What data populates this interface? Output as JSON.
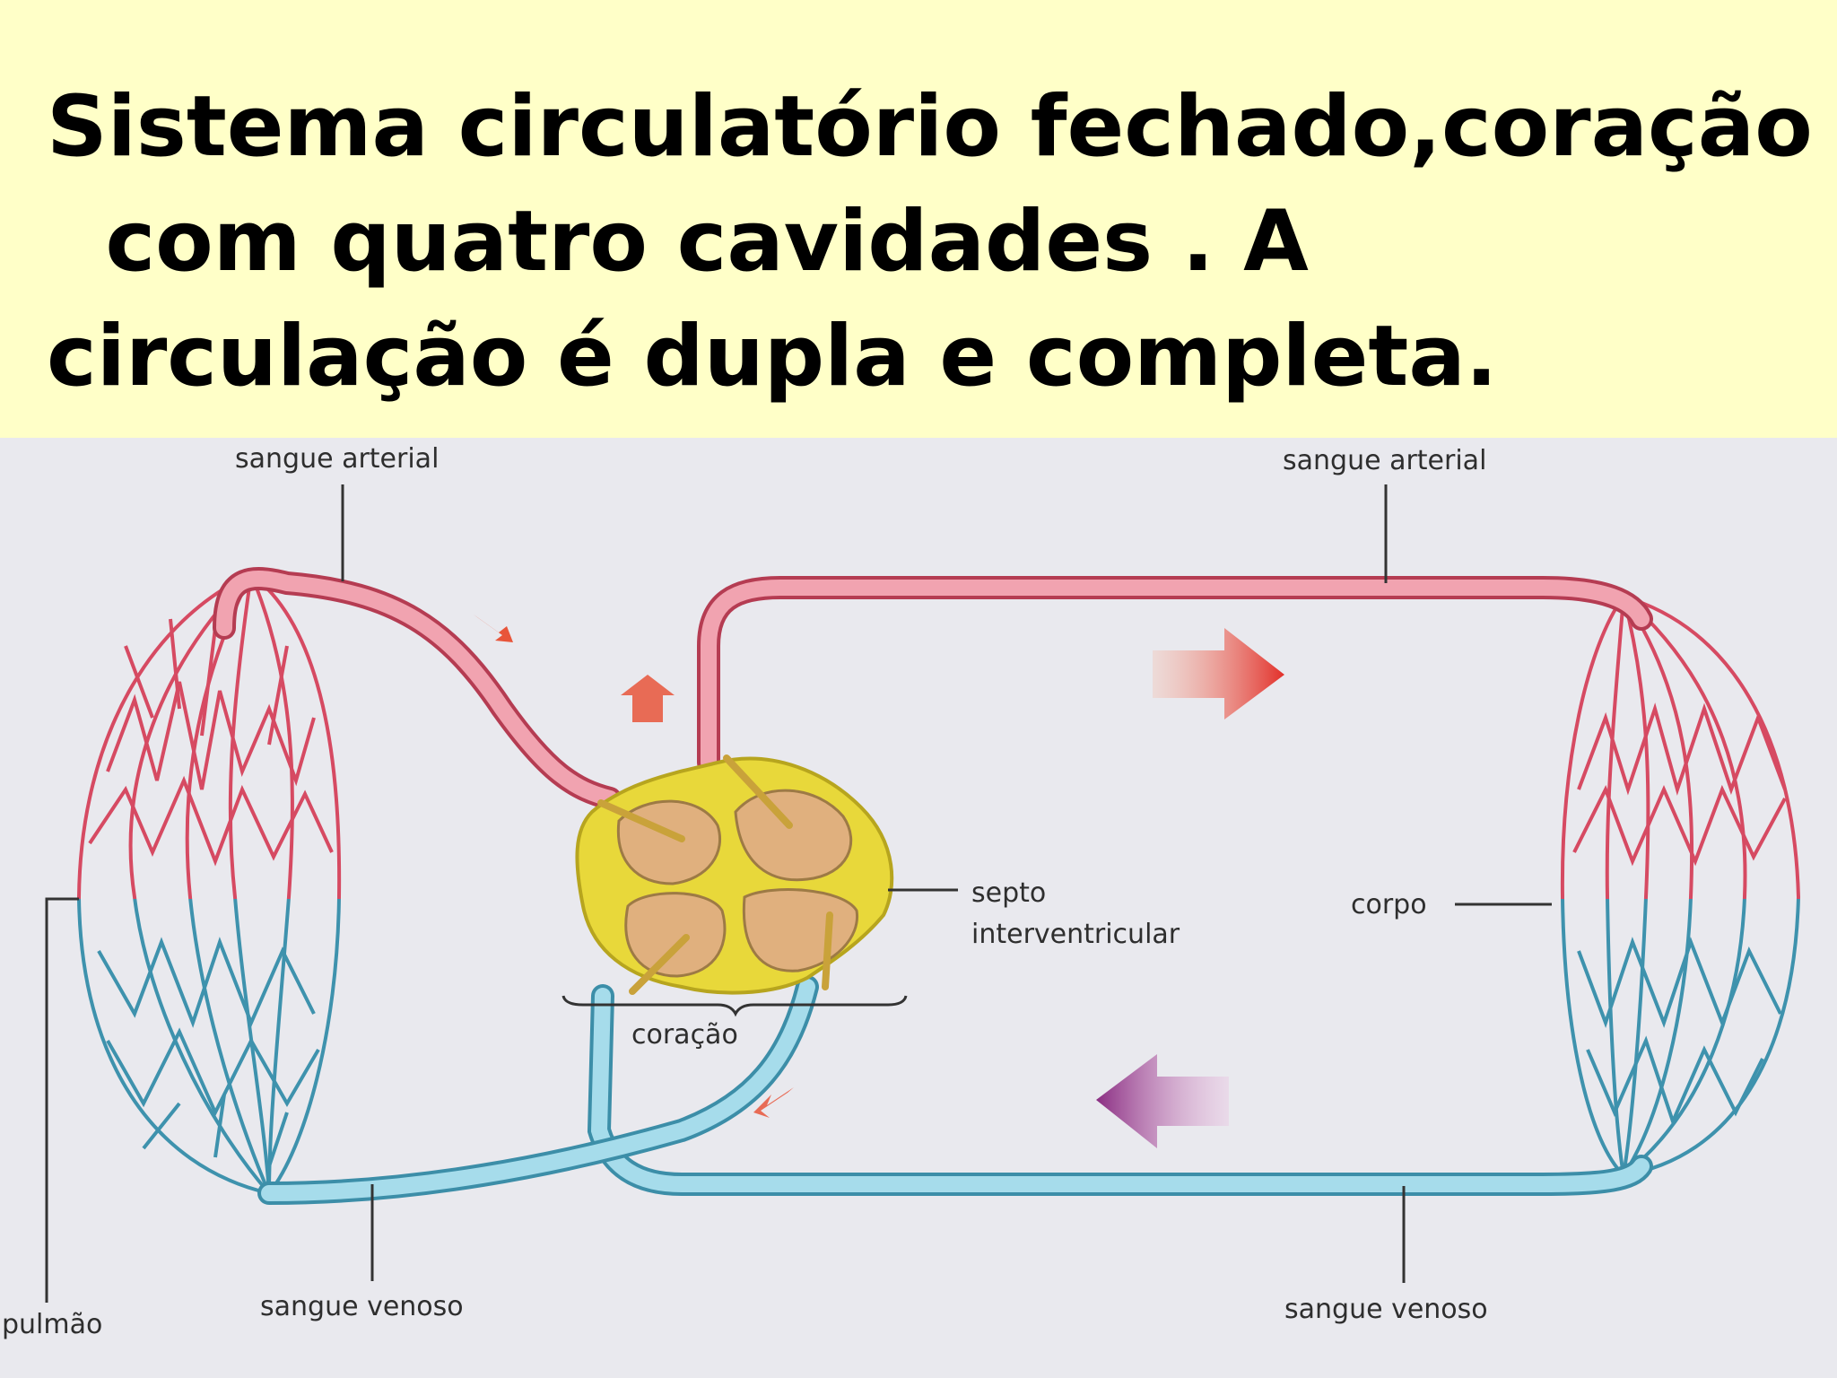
{
  "title": {
    "lines": [
      "Sistema circulatório fechado,coração",
      "  com quatro cavidades . A",
      "circulação é dupla e completa."
    ]
  },
  "labels": {
    "sangue_arterial_left": "sangue arterial",
    "sangue_arterial_right": "sangue arterial",
    "sangue_venoso_left": "sangue venoso",
    "sangue_venoso_right": "sangue venoso",
    "pulmao": "pulmão",
    "corpo": "corpo",
    "coracao": "coração",
    "septo_line1": "septo",
    "septo_line2": "interventricular"
  },
  "colors": {
    "arterial": "#d9475f",
    "venous": "#5aaec6",
    "heart_outer": "#e8d83a",
    "heart_chamber": "#e0b07e",
    "title_background": "#ffffc8",
    "arrow_red": "#e24a2f",
    "arrow_purple": "#8e2f86"
  }
}
